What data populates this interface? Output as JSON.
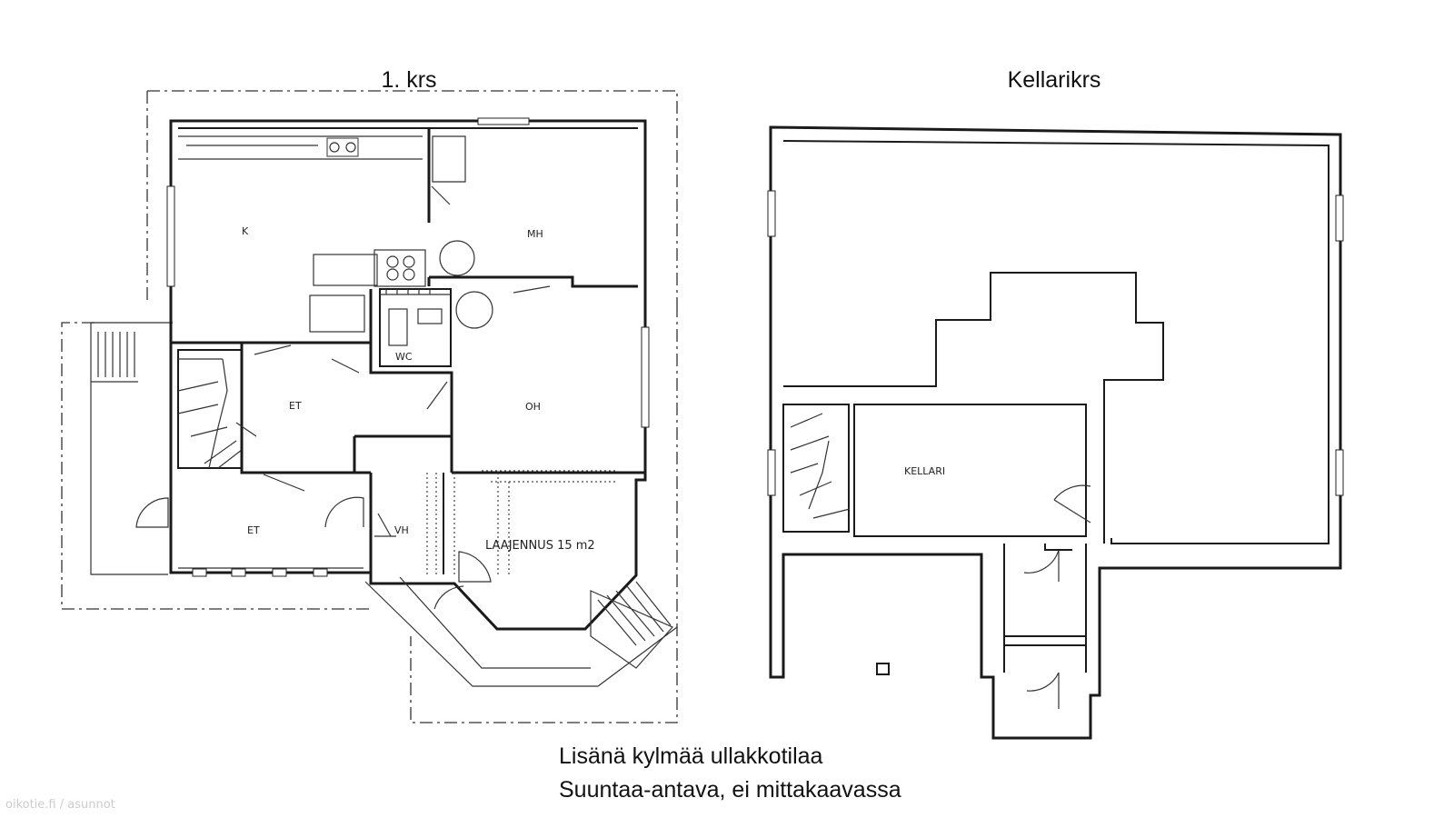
{
  "plans": {
    "first_floor": {
      "title": "1. krs",
      "rooms": {
        "k": "K",
        "mh": "MH",
        "wc": "WC",
        "et_upper": "ET",
        "oh": "OH",
        "et_lower": "ET",
        "vh": "VH",
        "laajennus": "LAAJENNUS 15 m2"
      }
    },
    "basement": {
      "title": "Kellarikrs",
      "rooms": {
        "kellari": "KELLARI"
      }
    }
  },
  "captions": {
    "line1": "Lisänä kylmää ullakkotilaa",
    "line2": "Suuntaa-antava, ei mittakaavassa"
  },
  "watermark": "oikotie.fi / asunnot"
}
